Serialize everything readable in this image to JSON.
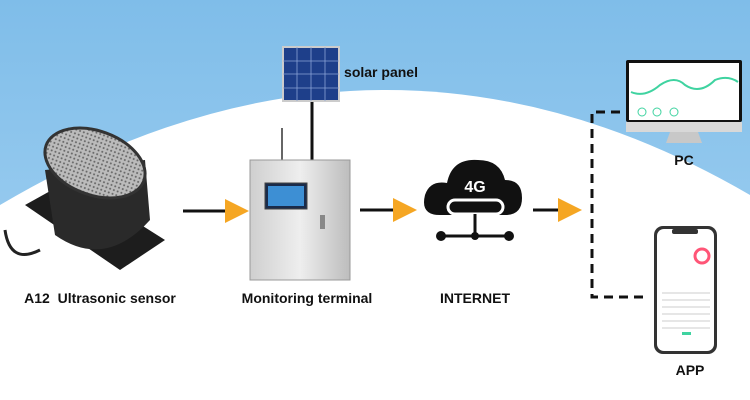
{
  "labels": {
    "sensor": "A12  Ultrasonic sensor",
    "terminal": "Monitoring terminal",
    "internet": "INTERNET",
    "solar": "solar panel",
    "pc": "PC",
    "app": "APP",
    "cloud_text": "4G"
  },
  "colors": {
    "sky": "#8cc4ec",
    "arrow_head": "#f5a623",
    "line": "#111111",
    "chart_line": "#3fd3a0"
  },
  "icons": [
    "ultrasonic-sensor-icon",
    "monitoring-terminal-icon",
    "solar-panel-icon",
    "cloud-4g-icon",
    "pc-monitor-icon",
    "smartphone-icon"
  ]
}
